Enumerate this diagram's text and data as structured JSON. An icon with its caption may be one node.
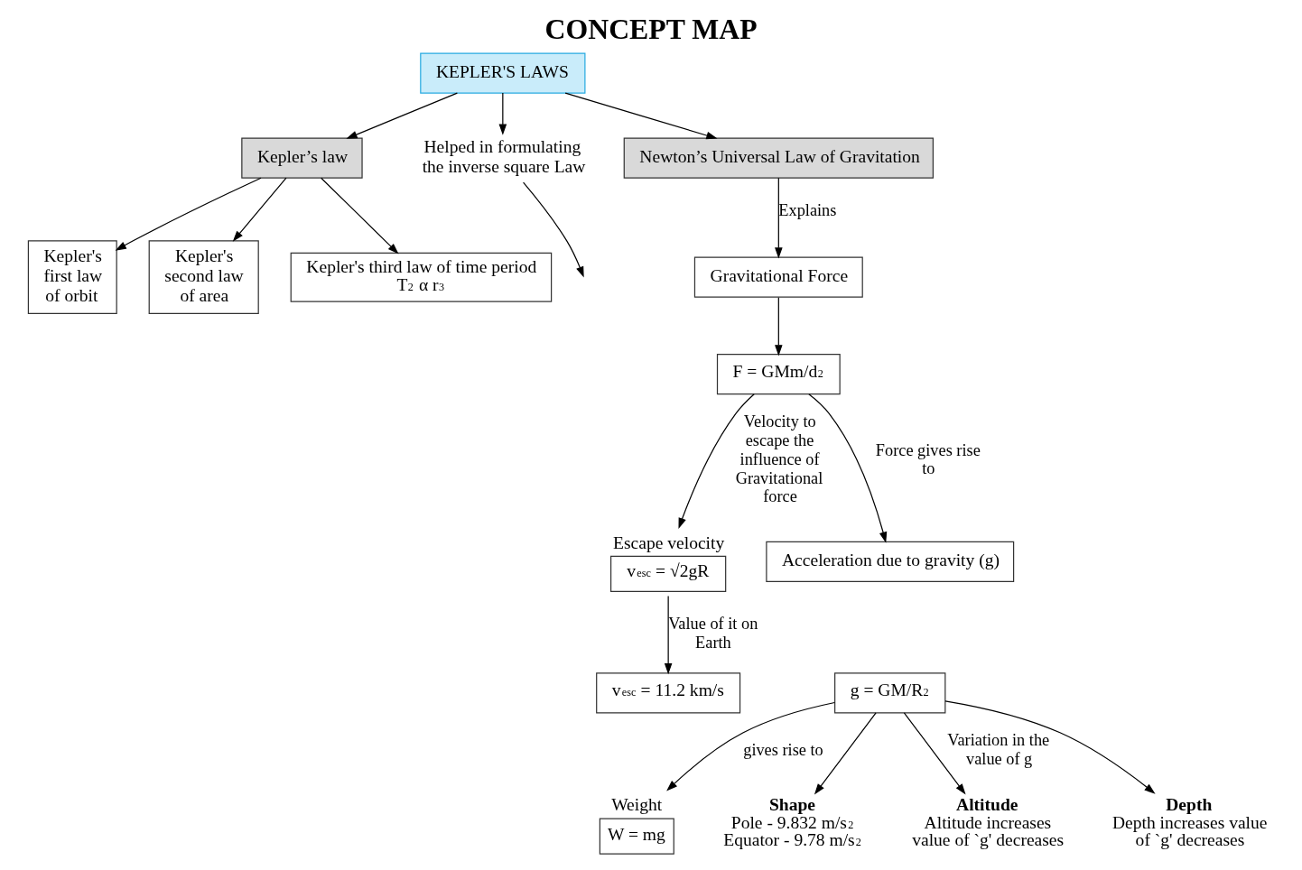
{
  "diagram": {
    "title": "CONCEPT MAP",
    "nodes": [
      {
        "text": [
          "KEPLER'S LAWS"
        ]
      },
      {
        "text": [
          "Kepler’s law"
        ]
      },
      {
        "text": [
          "Helped in formulating the inverse square Law"
        ]
      },
      {
        "text": [
          "Newton’s Universal Law of Gravitation"
        ]
      },
      {
        "text": [
          "Kepler's first law of orbit"
        ]
      },
      {
        "text": [
          "Kepler's second law of area"
        ]
      },
      {
        "text": [
          "Kepler's third law of time period",
          "T$^{2}$ α r$^{3}$"
        ]
      },
      {
        "text": [
          "Gravitational Force"
        ]
      },
      {
        "text": [
          "F = GMm/d$^{2}$"
        ]
      },
      {
        "text": [
          "Escape velocity",
          "v$_{esc}$ = √2gR"
        ]
      },
      {
        "text": [
          "v$_{esc}$ = 11.2 km/s"
        ]
      },
      {
        "text": [
          "Acceleration due to gravity (g)"
        ]
      },
      {
        "text": [
          "g = GM/R$^{2}$"
        ]
      },
      {
        "text": [
          "Weight",
          "W = mg"
        ]
      },
      {
        "text": [
          "Shape",
          "Pole - 9.832 m/s$^{2}$ Equator - 9.78 m/s$^{2}$"
        ]
      },
      {
        "text": [
          "Altitude",
          "Altitude increases value of `g' decreases"
        ]
      },
      {
        "text": [
          "Depth",
          "Depth increases value of `g' decreases"
        ]
      }
    ],
    "edges": [
      {
        "from": 0,
        "to": 1,
        "arrow": "to"
      },
      {
        "from": 0,
        "to": 2,
        "arrow": "to"
      },
      {
        "from": 0,
        "to": 3,
        "arrow": "to"
      },
      {
        "from": 2,
        "to": null,
        "arrow": "to"
      },
      {
        "from": 1,
        "to": 4,
        "arrow": "to"
      },
      {
        "from": 1,
        "to": 5,
        "arrow": "to"
      },
      {
        "from": 1,
        "to": 6,
        "arrow": "to"
      },
      {
        "from": 3,
        "to": 7,
        "label": "Explains",
        "arrow": "to"
      },
      {
        "from": 7,
        "to": 8,
        "arrow": "to"
      },
      {
        "from": 8,
        "to": 9,
        "label": "Velocity to escape the influence of Gravitational force",
        "arrow": "to"
      },
      {
        "from": 9,
        "to": 10,
        "label": "Value of it on Earth",
        "arrow": "to"
      },
      {
        "from": 8,
        "to": 11,
        "label": "Force gives rise to",
        "arrow": "to"
      },
      {
        "from": 12,
        "to": 13,
        "label": "gives rise to",
        "arrow": "to"
      },
      {
        "from": 12,
        "to": 14,
        "arrow": "to"
      },
      {
        "from": 12,
        "to": 15,
        "label": "Variation in the value of g",
        "arrow": "to"
      },
      {
        "from": 12,
        "to": 16,
        "arrow": "to"
      }
    ]
  }
}
